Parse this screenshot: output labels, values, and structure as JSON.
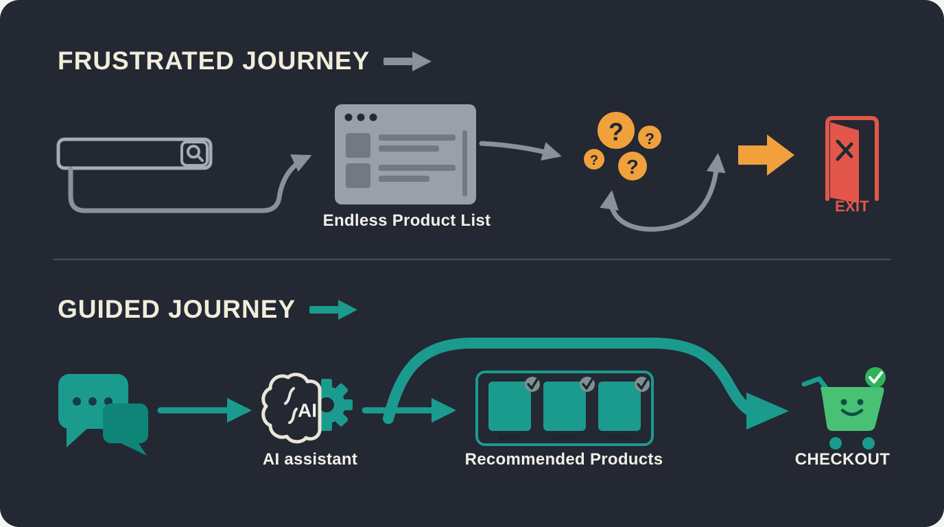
{
  "frustrated_journey": {
    "title": "FRUSTRATED JOURNEY",
    "product_list_label": "Endless Product List",
    "question_mark": "?",
    "exit_label": "EXIT"
  },
  "guided_journey": {
    "title": "GUIDED JOURNEY",
    "ai_badge": "AI",
    "ai_label": "AI assistant",
    "products_label": "Recommended Products",
    "checkout_label": "CHECKOUT"
  },
  "colors": {
    "background": "#232833",
    "cream_title": "#f1edda",
    "gray_flow": "#8a919c",
    "gray_icon": "#9aa0a9",
    "orange_question": "#f0a13c",
    "red_exit": "#e2574a",
    "teal_flow": "#1a9b8e",
    "green_cart": "#49c175",
    "green_check": "#2fb45c",
    "white_label": "#f2efe6"
  }
}
